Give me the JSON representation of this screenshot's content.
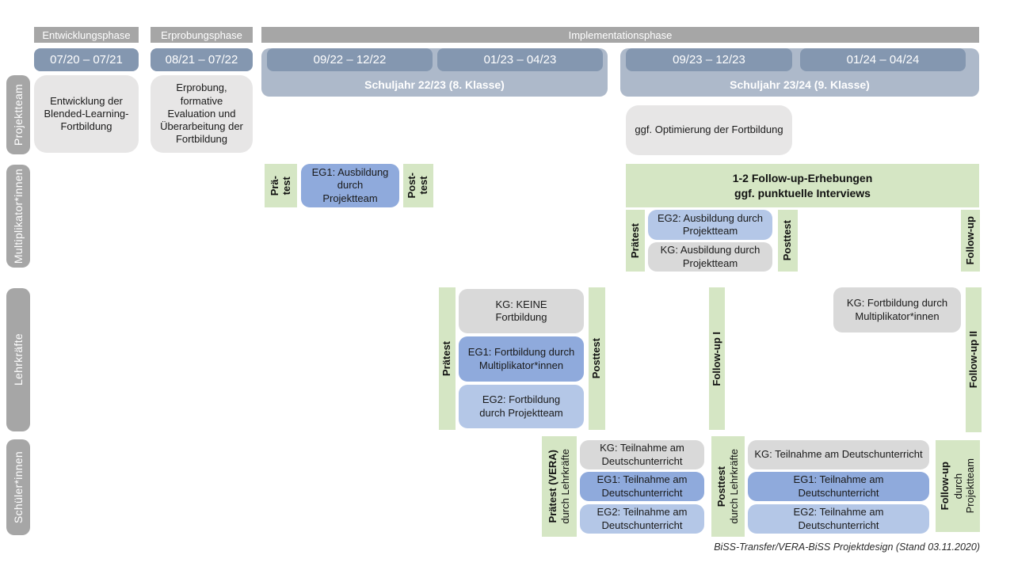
{
  "colors": {
    "phase_header_gray": "#A6A6A6",
    "period_blue": "#8497B0",
    "school_year_blue": "#ADB9CA",
    "row_label_gray": "#A6A6A6",
    "box_light_gray": "#E7E6E6",
    "kg_gray": "#D9D9D9",
    "eg1_blue": "#8FAADC",
    "eg2_blue": "#B4C7E7",
    "test_green": "#D5E6C4"
  },
  "header": {
    "phases": [
      "Entwicklungsphase",
      "Erprobungsphase",
      "Implementationsphase"
    ],
    "periods": [
      "07/20 – 07/21",
      "08/21 – 07/22",
      "09/22 – 12/22",
      "01/23 – 04/23",
      "09/23 – 12/23",
      "01/24 – 04/24"
    ],
    "school_years": [
      "Schuljahr 22/23 (8. Klasse)",
      "Schuljahr 23/24 (9. Klasse)"
    ]
  },
  "row_labels": [
    "Projektteam",
    "Multiplikator*innen",
    "Lehrkräfte",
    "Schüler*innen"
  ],
  "projektteam": {
    "entwicklung": "Entwicklung der Blended-Learning-Fortbildung",
    "erprobung": "Erprobung, formative Evaluation und Überarbeitung der Fortbildung",
    "optimierung": "ggf. Optimierung der Fortbildung"
  },
  "multiplikatoren": {
    "praetest_1": "Prä-\ntest",
    "eg1": "EG1: Ausbildung durch Projektteam",
    "posttest_1": "Post-\ntest",
    "followup_box": "1-2 Follow-up-Erhebungen\nggf. punktuelle Interviews",
    "praetest_2": "Prätest",
    "eg2": "EG2: Ausbildung durch Projektteam",
    "kg": "KG: Ausbildung durch Projektteam",
    "posttest_2": "Posttest",
    "followup": "Follow-up"
  },
  "lehrkraefte": {
    "praetest": "Prätest",
    "kg1": "KG: KEINE Fortbildung",
    "eg1": "EG1: Fortbildung durch Multiplikator*innen",
    "eg2": "EG2: Fortbildung durch Projektteam",
    "posttest": "Posttest",
    "followup_1": "Follow-up I",
    "kg2": "KG: Fortbildung durch Multiplikator*innen",
    "followup_2": "Follow-up II"
  },
  "schueler": {
    "praetest": {
      "title": "Prätest (VERA)",
      "sub": "durch Lehrkräfte"
    },
    "block1": [
      "KG: Teilnahme am Deutschunterricht",
      "EG1: Teilnahme am Deutschunterricht",
      "EG2: Teilnahme am Deutschunterricht"
    ],
    "posttest": {
      "title": "Posttest",
      "sub": "durch Lehrkräfte"
    },
    "block2": [
      "KG: Teilnahme am Deutschunterricht",
      "EG1: Teilnahme am Deutschunterricht",
      "EG2: Teilnahme am Deutschunterricht"
    ],
    "followup": {
      "title": "Follow-up",
      "sub": "durch\nProjektteam"
    }
  },
  "caption": "BiSS-Transfer/VERA-BiSS Projektdesign (Stand 03.11.2020)"
}
